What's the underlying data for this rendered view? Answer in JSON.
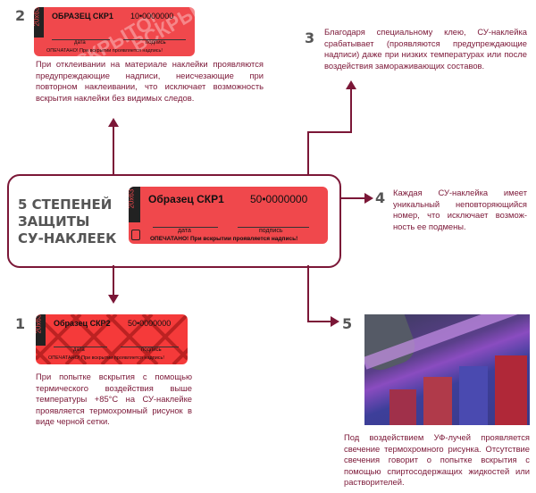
{
  "title": "5 СТЕПЕНЕЙ ЗАЩИТЫ СУ-НАКЛЕЕК",
  "title_lines": [
    "5 СТЕПЕНЕЙ",
    "ЗАЩИТЫ",
    "СУ-НАКЛЕЕК"
  ],
  "colors": {
    "accent": "#7b1737",
    "sticker": "#f0484c",
    "heading": "#555555"
  },
  "main_sticker": {
    "name": "Образец СКР1",
    "number": "50•0000000",
    "size": "20x63",
    "date": "дата",
    "signature": "подпись",
    "notice": "ОПЕЧАТАНО! При вскрытии проявляется надпись!"
  },
  "steps": [
    {
      "num": "1",
      "text": "При попытке вскрытия с помощью термического воздействия выше температуры +85°С на СУ-наклейке проявляется термохромный рисунок в виде черной сетки.",
      "sticker": {
        "name": "Образец СКР2",
        "number": "50•0000000",
        "size": "20x63",
        "date": "дата",
        "signature": "подпись",
        "notice": "ОПЕЧАТАНО! При вскрытии проявляется надпись!"
      }
    },
    {
      "num": "2",
      "text": "При отклеивании на материале наклейки проявляются предупреждающие надписи, неисчезающие при повторном наклеивании, что исключает возможность вскрытия наклейки без видимых следов.",
      "sticker": {
        "name": "ОБРАЗЕЦ СКР1",
        "number": "10•0000000",
        "size": "20x63",
        "date": "дата",
        "signature": "подпись",
        "notice": "ОПЕЧАТАНО! При вскрытии проявляется надпись!"
      }
    },
    {
      "num": "3",
      "text": "Благодаря специальному клею, СУ-наклейка срабатывает (проявляются предупреждающие надписи) даже при низких температурах или после воздействия замораживающих составов."
    },
    {
      "num": "4",
      "text": "Каждая СУ-наклейка имеет уникальный неповторяющийся номер, что исключает возмож-ность ее подмены."
    },
    {
      "num": "5",
      "text": "Под воздействием УФ-лучей проявляется свечение термохромного рисунка. Отсутствие свечения говорит о попытке вскрытия с помощью спиртосодержащих жидкостей или растворителей."
    }
  ]
}
